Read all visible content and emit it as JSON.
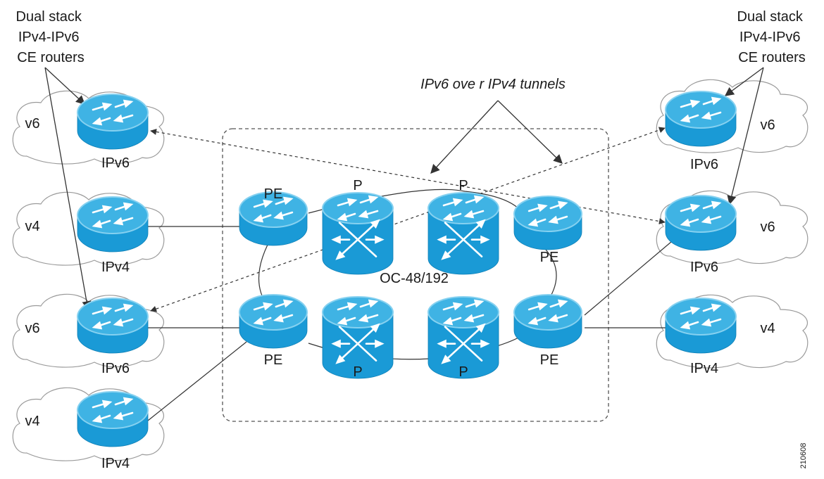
{
  "labels": {
    "header_left": [
      "Dual stack",
      "IPv4-IPv6",
      "CE routers"
    ],
    "header_right": [
      "Dual stack",
      "IPv4-IPv6",
      "CE routers"
    ],
    "tunnels": "IPv6 ove r IPv4 tunnels",
    "core": "OC-48/192",
    "figure_id": "210608"
  },
  "colors": {
    "router_top": "#3fb3e4",
    "router_side": "#1a9ad6",
    "router_rim": "#86d1f0",
    "router_arrow": "#ffffff",
    "cloud_stroke": "#9a9a9a",
    "line": "#333333"
  },
  "clouds": [
    {
      "name": "cloud-left-ipv6-top",
      "label": "v6",
      "router": "IPv6"
    },
    {
      "name": "cloud-left-ipv4-upper",
      "label": "v4",
      "router": "IPv4"
    },
    {
      "name": "cloud-left-ipv6-lower",
      "label": "v6",
      "router": "IPv6"
    },
    {
      "name": "cloud-left-ipv4-bottom",
      "label": "v4",
      "router": "IPv4"
    },
    {
      "name": "cloud-right-ipv6-top",
      "label": "v6",
      "router": "IPv6"
    },
    {
      "name": "cloud-right-ipv6-mid",
      "label": "v6",
      "router": "IPv6"
    },
    {
      "name": "cloud-right-ipv4",
      "label": "v4",
      "router": "IPv4"
    }
  ],
  "core_routers": [
    {
      "name": "pe-top-left",
      "label": "PE"
    },
    {
      "name": "p-top-1",
      "label": "P"
    },
    {
      "name": "p-top-2",
      "label": "P"
    },
    {
      "name": "pe-top-right",
      "label": "PE"
    },
    {
      "name": "pe-bottom-left",
      "label": "PE"
    },
    {
      "name": "p-bottom-1",
      "label": "P"
    },
    {
      "name": "p-bottom-2",
      "label": "P"
    },
    {
      "name": "pe-bottom-right",
      "label": "PE"
    }
  ]
}
